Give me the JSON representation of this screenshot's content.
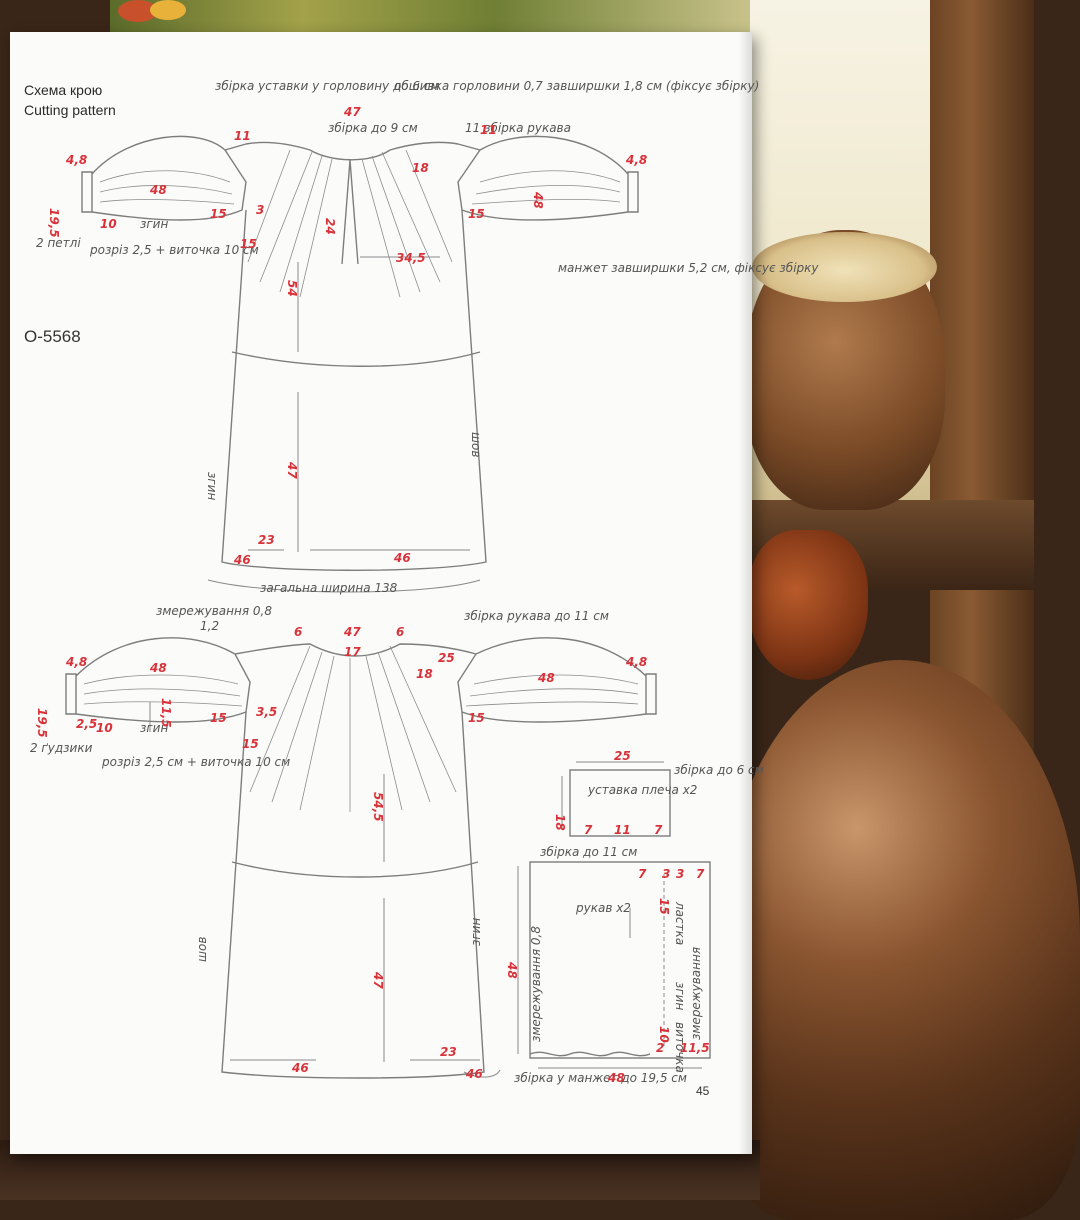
{
  "header": {
    "title_ua": "Схема крою",
    "title_en": "Cutting pattern",
    "model_code": "O-5568",
    "page_number": "45"
  },
  "pattern_front": {
    "notes": {
      "yoke_gather": "збірка уставки у горловину до 6 см",
      "neckline_binding": "обшивка горловини 0,7 завширшки 1,8 см (фіксує збірку)",
      "sleeve_gather": "11 збірка рукава",
      "neck_gather": "збірка до 9 см",
      "loops": "2 петлі",
      "slit": "розріз 2,5 + виточка 10 см",
      "cuff": "манжет завширшки 5,2 см, фіксує збірку",
      "fold_left": "згин",
      "side_seam": "шов",
      "fold_sleeve": "згин",
      "total_width": "загальна ширина 138"
    },
    "dims": {
      "cuff_w_l": "4,8",
      "cuff_w_r": "4,8",
      "cuff_len": "19,5",
      "sleeve_len_l": "48",
      "sleeve_len_r": "48",
      "cuff_gap": "10",
      "under_l": "15",
      "under_r": "15",
      "raglan_l1": "11",
      "raglan_l2": "3",
      "raglan_l3": "15",
      "neck_top": "47",
      "neck_slit": "24",
      "shoulder_r": "34,5",
      "raglan_r1": "11",
      "raglan_r2": "18",
      "body_upper": "54",
      "body_lower": "47",
      "hem_l": "23",
      "hem_r": "46",
      "hem_corner": "46"
    }
  },
  "pattern_back": {
    "notes": {
      "smocking_1": "змережування 0,8",
      "smocking_2": "1,2",
      "sleeve_gather": "збірка рукава до 11 см",
      "buttons": "2 ґудзики",
      "slit": "розріз 2,5 см + виточка 10 см",
      "fold_sleeve": "згин",
      "side_seam": "шов",
      "fold_right": "згин"
    },
    "dims": {
      "cuff_w_l": "4,8",
      "cuff_w_r": "4,8",
      "cuff_len": "19,5",
      "sleeve_len_l": "48",
      "sleeve_len_r": "48",
      "cuff_gap": "10",
      "gap_2": "2,5",
      "under_l": "15",
      "under_r": "15",
      "height_mid": "11,5",
      "raglan_l1": "3,5",
      "raglan_l2": "15",
      "neck_top": "47",
      "neck_inner": "17",
      "neck_6_l": "6",
      "neck_6_r": "6",
      "raglan_r1": "25",
      "raglan_r2": "18",
      "body_upper": "54,5",
      "body_lower": "47",
      "hem_l": "46",
      "hem_r": "23",
      "hem_corner": "46"
    }
  },
  "yoke_piece": {
    "label": "уставка плеча х2",
    "gather": "збірка до 6 см",
    "width": "25",
    "height": "18",
    "bot_l": "7",
    "bot_m": "11",
    "bot_r": "7"
  },
  "sleeve_piece": {
    "label": "рукав х2",
    "top_gather": "збірка до 11 см",
    "bottom_gather": "збірка у манжет до 19,5 см",
    "left_smocking": "змережування 0,8",
    "right_smocking": "змережування",
    "gusset": "ластка",
    "fold": "згин",
    "dart": "виточка",
    "height": "48",
    "bottom_w": "48",
    "top_7a": "7",
    "top_3": "3",
    "top_3b": "3",
    "top_7b": "7",
    "v15": "15",
    "dart_len": "10",
    "bot_2": "2",
    "bot_115": "11,5"
  },
  "colors": {
    "measure_red": "#d8333a",
    "pencil_grey": "#7d7d7d",
    "page": "#fbfbf9"
  }
}
